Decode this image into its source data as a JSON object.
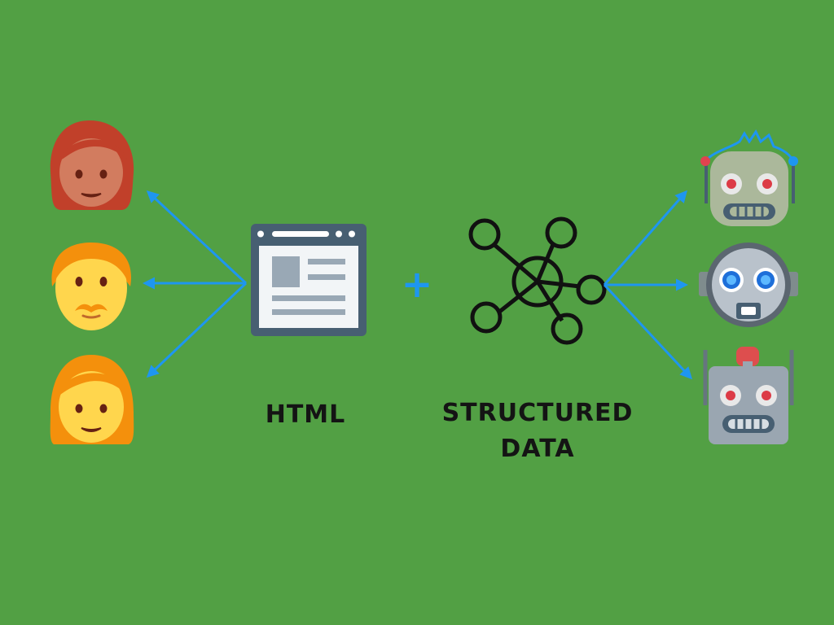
{
  "diagram": {
    "html_label": "HTML",
    "structured_data_label_line1": "STRUCTURED",
    "structured_data_label_line2": "DATA",
    "plus_symbol": "+"
  },
  "colors": {
    "background": "#52a044",
    "arrow": "#1e96f0",
    "text": "#141414"
  },
  "icons": {
    "humans": [
      "woman-red-hair-icon",
      "man-mustache-icon",
      "woman-orange-hair-icon"
    ],
    "center": [
      "webpage-icon",
      "network-graph-icon"
    ],
    "robots": [
      "robot-antenna-icon",
      "robot-round-icon",
      "robot-box-icon"
    ]
  }
}
